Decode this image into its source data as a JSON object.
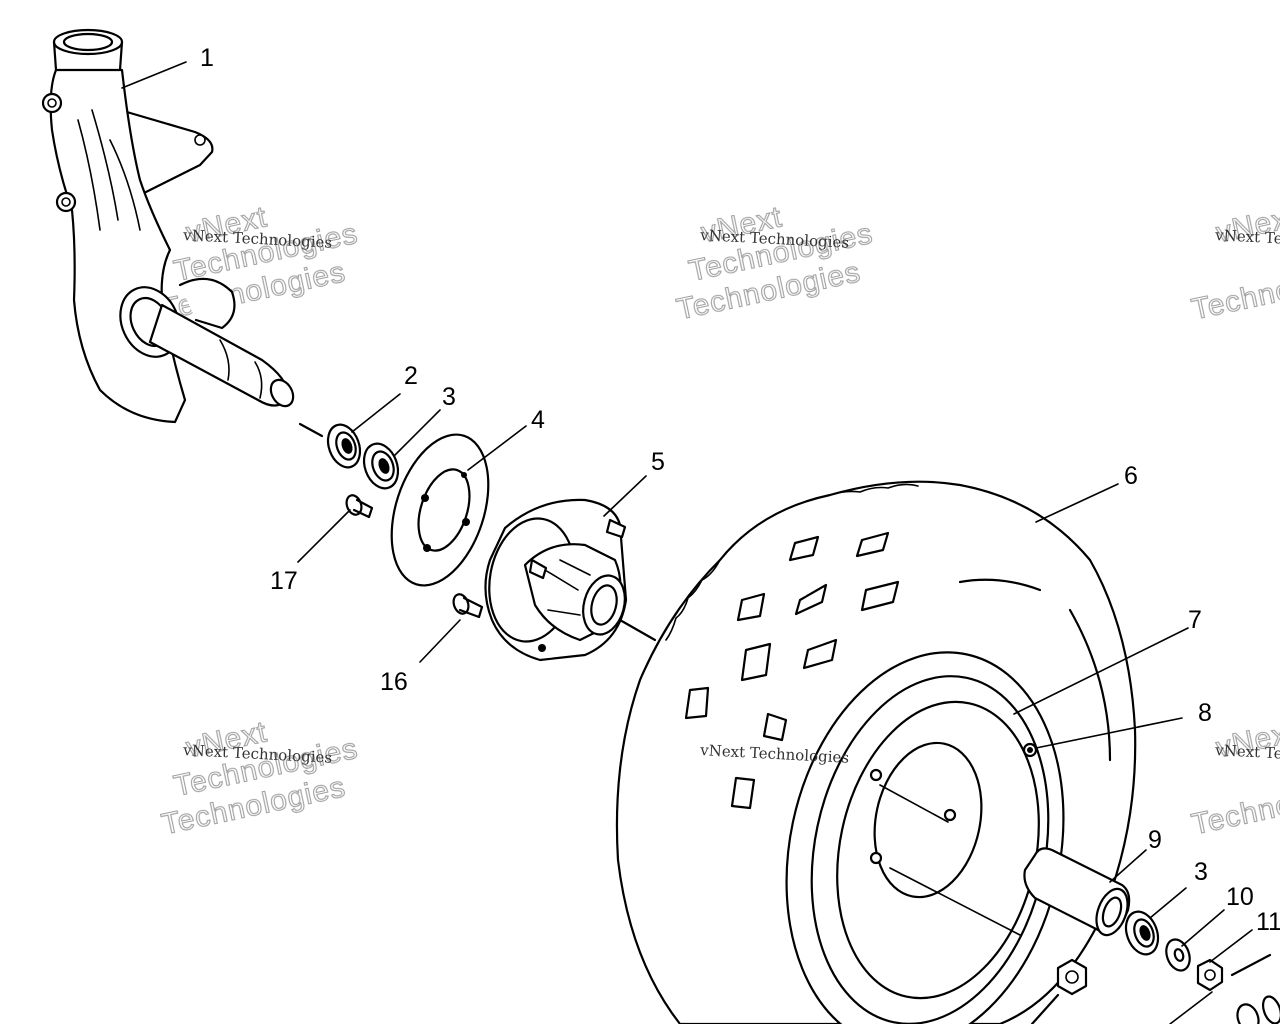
{
  "callouts": [
    {
      "id": "1",
      "label": "1"
    },
    {
      "id": "2",
      "label": "2"
    },
    {
      "id": "3a",
      "label": "3"
    },
    {
      "id": "4",
      "label": "4"
    },
    {
      "id": "5",
      "label": "5"
    },
    {
      "id": "6",
      "label": "6"
    },
    {
      "id": "7",
      "label": "7"
    },
    {
      "id": "8",
      "label": "8"
    },
    {
      "id": "9",
      "label": "9"
    },
    {
      "id": "3b",
      "label": "3"
    },
    {
      "id": "10",
      "label": "10"
    },
    {
      "id": "11",
      "label": "11"
    },
    {
      "id": "16",
      "label": "16"
    },
    {
      "id": "17",
      "label": "17"
    }
  ],
  "watermark": {
    "brand": "vNext Technologies",
    "line1": "vNext",
    "line2": "Technologies"
  }
}
